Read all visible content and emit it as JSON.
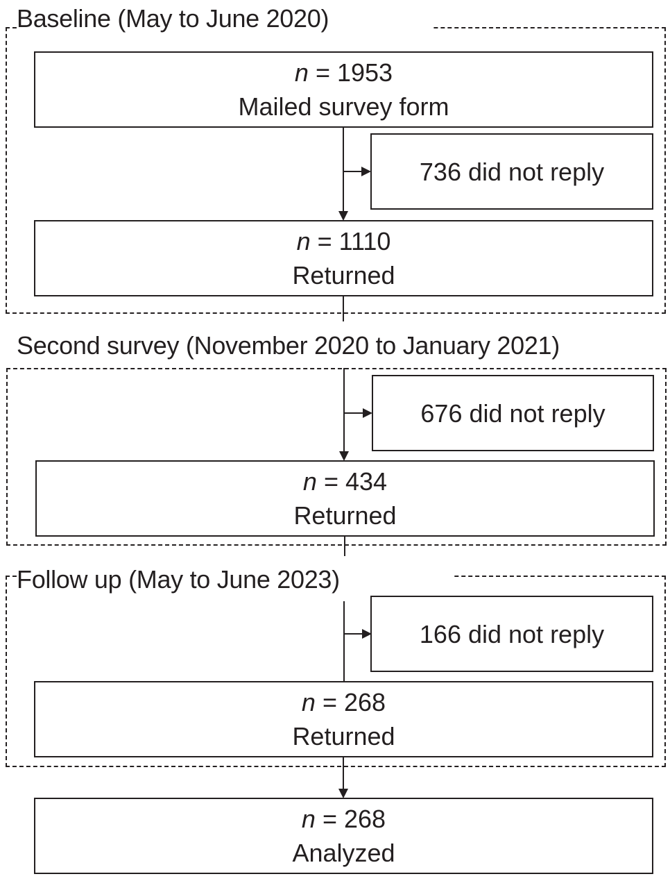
{
  "sections": [
    {
      "title": "Baseline (May to June 2020)",
      "main_box": {
        "n_label": "n",
        "eq": " = ",
        "n_value": "1953",
        "label": "Mailed survey form"
      },
      "excluded_box": {
        "label": "736 did not reply"
      },
      "result_box": {
        "n_label": "n",
        "eq": " = ",
        "n_value": "1110",
        "label": "Returned"
      }
    },
    {
      "title": "Second survey (November 2020 to January 2021)",
      "excluded_box": {
        "label": "676 did not reply"
      },
      "result_box": {
        "n_label": "n",
        "eq": " = ",
        "n_value": "434",
        "label": "Returned"
      }
    },
    {
      "title": "Follow up (May to June 2023)",
      "excluded_box": {
        "label": "166 did not reply"
      },
      "result_box": {
        "n_label": "n",
        "eq": " = ",
        "n_value": "268",
        "label": "Returned"
      }
    }
  ],
  "final_box": {
    "n_label": "n",
    "eq": " = ",
    "n_value": "268",
    "label": "Analyzed"
  },
  "colors": {
    "stroke": "#231f20",
    "background": "#ffffff"
  }
}
